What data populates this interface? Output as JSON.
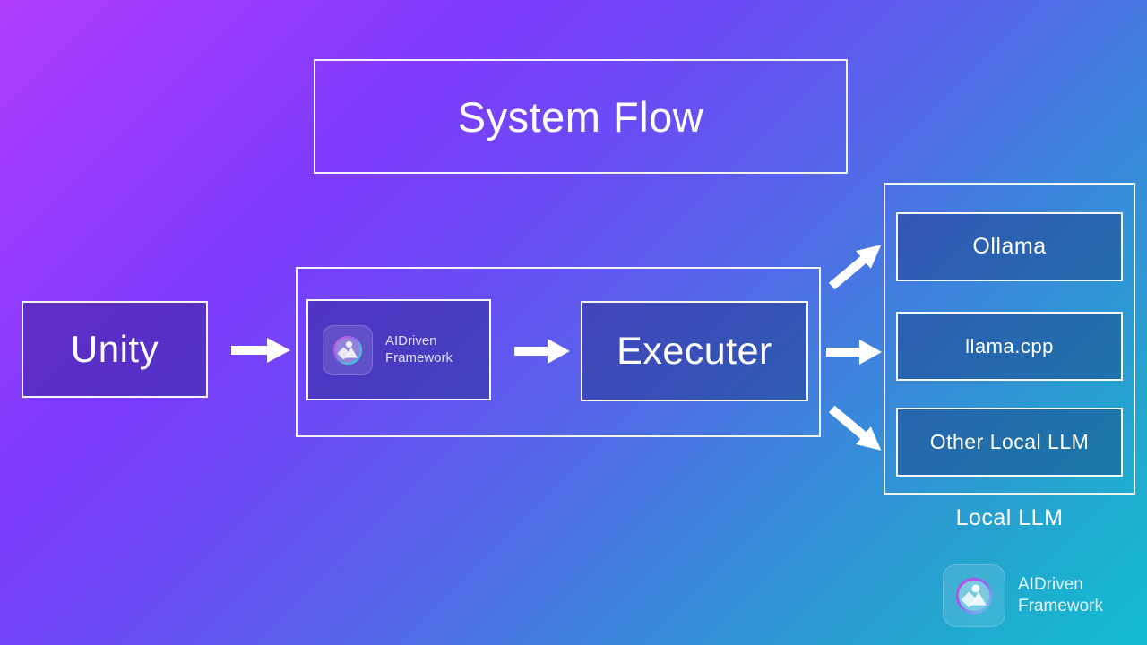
{
  "diagram": {
    "title": "System Flow",
    "background": {
      "from": "#b03cfd",
      "mid": "#5566e8",
      "to": "#12bdd2"
    }
  },
  "nodes": {
    "unity": {
      "label": "Unity"
    },
    "framework": {
      "logo_name": "aidriven-logo-icon",
      "line1": "AIDriven",
      "line2": "Framework"
    },
    "executer": {
      "label": "Executer"
    }
  },
  "llm_group": {
    "caption": "Local LLM",
    "items": [
      {
        "label": "Ollama"
      },
      {
        "label": "llama.cpp"
      },
      {
        "label": "Other Local LLM"
      }
    ]
  },
  "arrows": {
    "unity_to_framework": "arrow-right-icon",
    "framework_to_executer": "arrow-right-icon",
    "executer_to_ollama": "arrow-up-right-icon",
    "executer_to_llamacpp": "arrow-right-icon",
    "executer_to_other": "arrow-down-right-icon"
  },
  "watermark": {
    "logo_name": "aidriven-logo-icon",
    "line1": "AIDriven",
    "line2": "Framework"
  }
}
